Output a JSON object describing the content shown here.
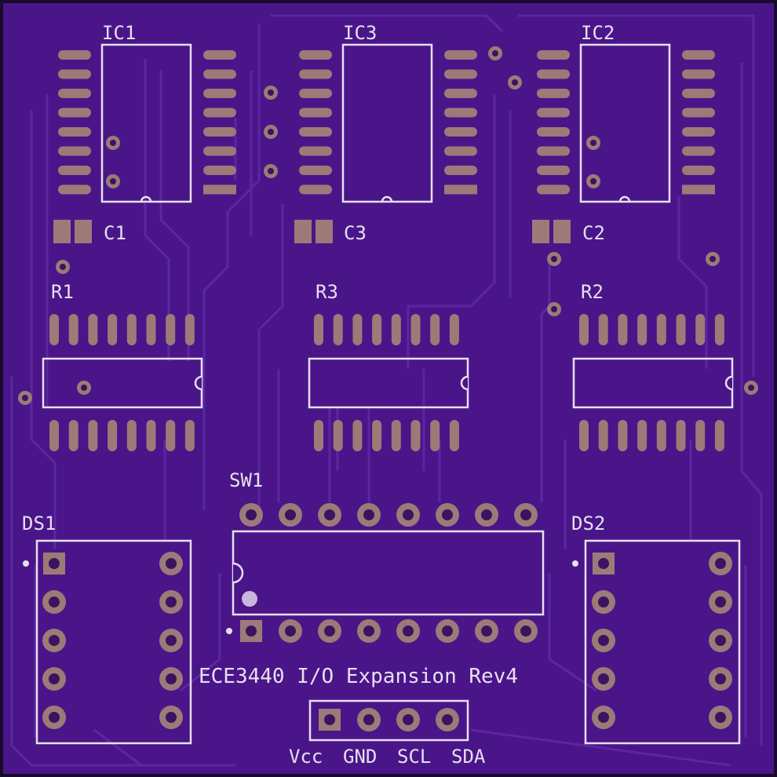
{
  "board": {
    "colors": {
      "edge": "#1a0a2e",
      "substrate": "#4a1589",
      "trace": "#5c26a3",
      "silk": "#e6e0ee",
      "pad": "#9c7a78",
      "pad_hole": "#3a1460"
    },
    "title": "ECE3440 I/O Expansion Rev4",
    "designators": {
      "ic1": "IC1",
      "ic2": "IC2",
      "ic3": "IC3",
      "c1": "C1",
      "c2": "C2",
      "c3": "C3",
      "r1": "R1",
      "r2": "R2",
      "r3": "R3",
      "sw1": "SW1",
      "ds1": "DS1",
      "ds2": "DS2"
    },
    "header_pins": {
      "vcc": "Vcc",
      "gnd": "GND",
      "scl": "SCL",
      "sda": "SDA"
    }
  }
}
